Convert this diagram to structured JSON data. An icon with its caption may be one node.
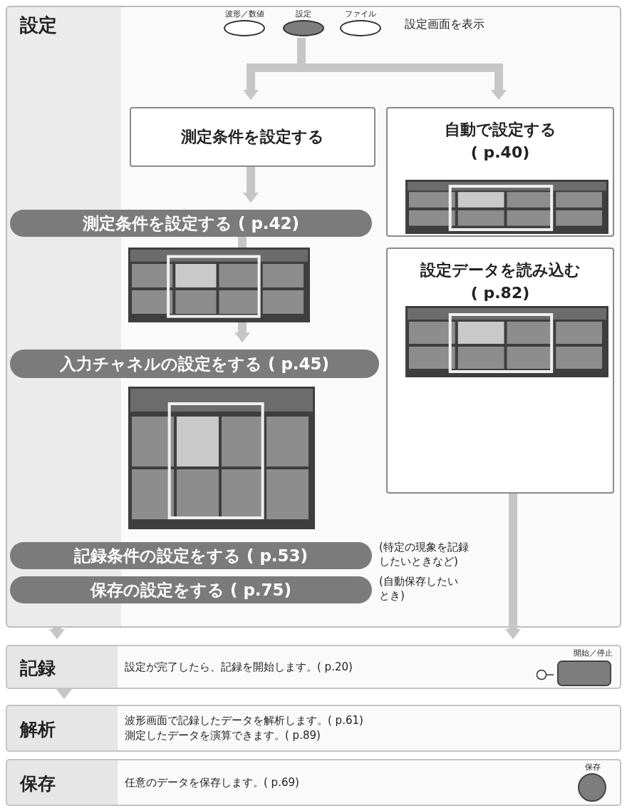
{
  "diagram": {
    "nodes": [
      {
        "text": [
          "設定"
        ]
      },
      {
        "text": [
          "波形／数値"
        ],
        "in": 0
      },
      {
        "text": [
          "設定"
        ],
        "in": 0
      },
      {
        "text": [
          "ファイル"
        ],
        "in": 0
      },
      {
        "text": [
          "測定条件を設定する"
        ],
        "in": 0
      },
      {
        "text": [
          "自動で設定する ( p.40)"
        ],
        "in": 0
      },
      {
        "text": [
          "測定条件を設定する ( p.42)"
        ],
        "in": 0
      },
      {
        "text": [
          "入力チャネルの設定をする ( p.45)"
        ],
        "in": 0
      },
      {
        "text": [
          "記録条件の設定をする ( p.53)"
        ],
        "in": 0,
        "beside": [
          "(特定の現象を記録したいときなど)"
        ]
      },
      {
        "text": [
          "保存の設定をする ( p.75)"
        ],
        "in": 0,
        "beside": [
          "(自動保存したいとき)"
        ]
      },
      {
        "text": [
          "設定データを読み込む ( p.82)"
        ],
        "in": 0
      },
      {
        "text": [
          "記録",
          "設定が完了したら、記録を開始します。( p.20)"
        ]
      },
      {
        "text": [
          "開始／停止"
        ],
        "in": 11
      },
      {
        "text": [
          "解析",
          "波形画面で記録したデータを解析します。( p.61) 測定したデータを演算できます。( p.89)"
        ]
      },
      {
        "text": [
          "保存",
          "任意のデータを保存します。( p.69)"
        ]
      },
      {
        "text": [
          "保存"
        ],
        "in": 14
      }
    ],
    "edges": [
      {
        "from": 2,
        "to": 4,
        "arrow": "to"
      },
      {
        "from": 2,
        "to": 5,
        "arrow": "to"
      },
      {
        "from": 4,
        "to": 6,
        "arrow": "to"
      },
      {
        "from": 6,
        "to": 7,
        "arrow": "to"
      },
      {
        "from": 10,
        "to": 11,
        "arrow": "to"
      },
      {
        "from": 0,
        "to": 11,
        "arrow": "to"
      },
      {
        "from": 11,
        "to": 13,
        "arrow": "to"
      }
    ],
    "labels": [
      "設定画面を表示"
    ]
  }
}
